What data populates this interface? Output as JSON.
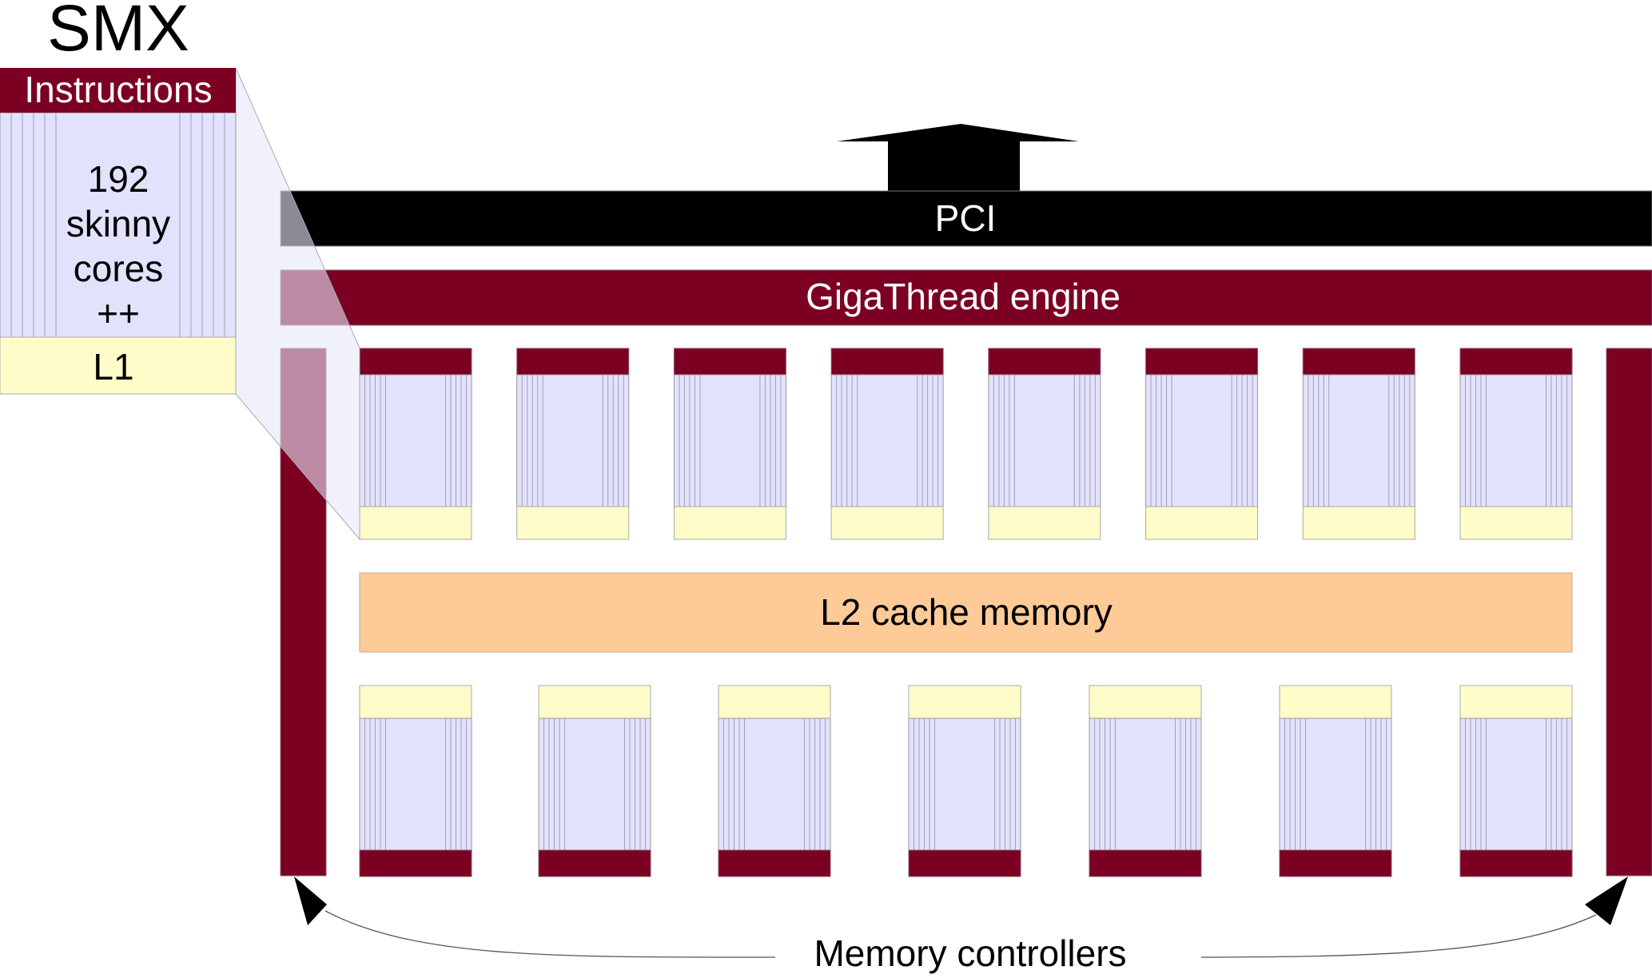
{
  "diagram": {
    "smx_inset": {
      "title": "SMX",
      "header_label": "Instructions",
      "core_lines": [
        "192",
        "skinny",
        "cores",
        "++"
      ],
      "cache_label": "L1"
    },
    "pci": {
      "label": "PCI"
    },
    "gigathread": {
      "label": "GigaThread engine"
    },
    "l2": {
      "label": "L2 cache memory"
    },
    "memory_controllers": {
      "label": "Memory controllers",
      "count": 2
    },
    "smx_units": {
      "top_row_count": 8,
      "bottom_row_count": 7
    },
    "colors": {
      "maroon": "#7b0022",
      "core_fill": "#e2e2fc",
      "l1_fill": "#fefcc8",
      "l2_fill": "#fecb98",
      "pci_fill": "#000000",
      "lane_line": "#a0a0b8",
      "overlay": "#e8e8fa"
    }
  }
}
